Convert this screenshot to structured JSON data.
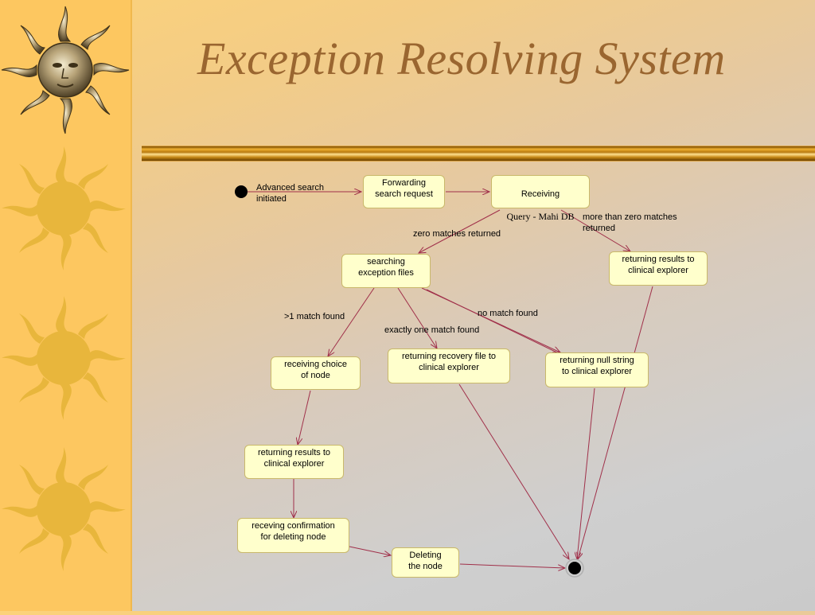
{
  "slide": {
    "title": "Exception Resolving System"
  },
  "diagram": {
    "start_label": "Advanced search\ninitiated",
    "nodes": {
      "forwarding": "Forwarding\nsearch request",
      "receiving_line1": "Receiving",
      "receiving_line2": "Query - Mahi DB",
      "returning_results_top": "returning results to\nclinical explorer",
      "searching": "searching\nexception files",
      "receiving_choice": "receiving choice\nof node",
      "returning_recovery": "returning recovery file to\nclinical explorer",
      "returning_null": "returning null string\nto clinical explorer",
      "returning_results_left": "returning results to\nclinical explorer",
      "receiving_confirmation": "receving confirmation\nfor deleting node",
      "deleting": "Deleting\nthe node"
    },
    "edge_labels": {
      "zero_matches": "zero matches returned",
      "more_than_zero": "more than zero matches\nreturned",
      "gt1_match": ">1 match found",
      "exactly_one": "exactly one match found",
      "no_match": "no match found"
    }
  },
  "colors": {
    "sidebar": "#fdc760",
    "sun_ornament": "#e6b43a",
    "title": "#9a6630",
    "arrow": "#a0304a",
    "node_fill": "#ffffcc"
  }
}
